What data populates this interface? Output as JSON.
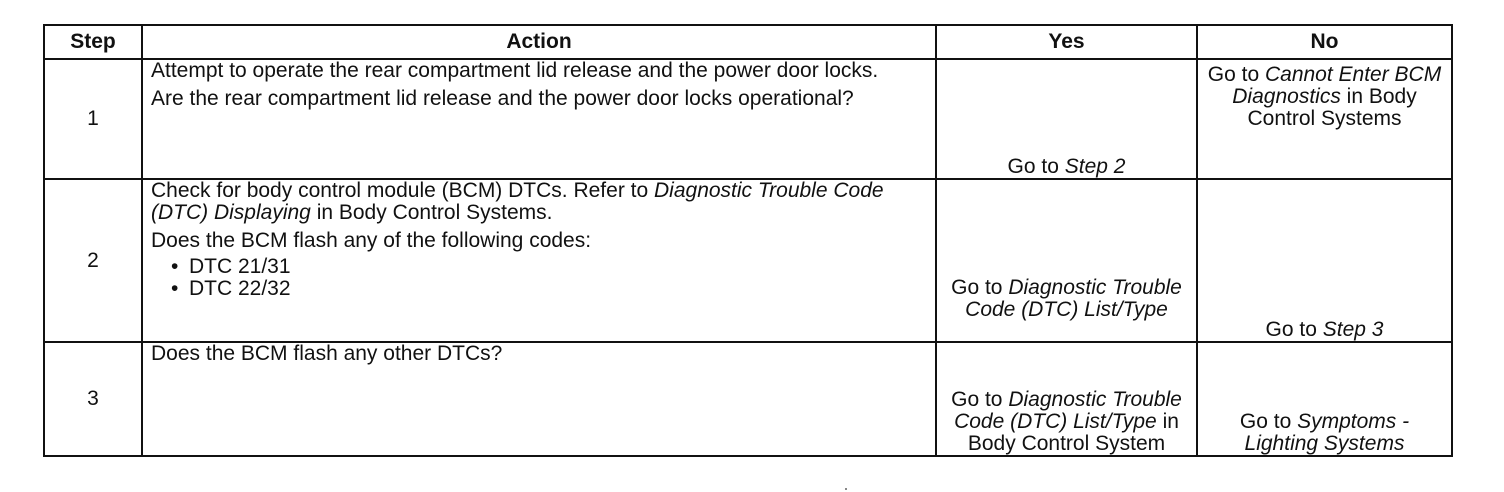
{
  "headers": {
    "step": "Step",
    "action": "Action",
    "yes": "Yes",
    "no": "No"
  },
  "rows": [
    {
      "step": "1",
      "action": {
        "p1": "Attempt to operate the rear compartment lid release and the power door locks.",
        "p2": "Are the rear compartment lid release and the power door locks operational?"
      },
      "yes": {
        "prefix": "Go to ",
        "ref": "Step 2"
      },
      "no": {
        "prefix": "Go to ",
        "ref": "Cannot Enter BCM Diagnostics",
        "suffix": " in Body Control Systems"
      }
    },
    {
      "step": "2",
      "action": {
        "p1_prefix": "Check for body control module (BCM) DTCs. Refer to ",
        "p1_ref": "Diagnostic Trouble Code (DTC) Displaying",
        "p1_suffix": " in Body Control Systems.",
        "p2": "Does the BCM flash any of the following codes:",
        "codes": [
          "DTC 21/31",
          "DTC 22/32"
        ]
      },
      "yes": {
        "prefix": "Go to ",
        "ref": "Diagnostic Trouble Code (DTC) List/Type"
      },
      "no": {
        "prefix": "Go to ",
        "ref": "Step 3"
      }
    },
    {
      "step": "3",
      "action": {
        "p1": "Does the BCM flash any other DTCs?"
      },
      "yes": {
        "prefix": "Go to ",
        "ref": "Diagnostic Trouble Code (DTC) List/Type",
        "suffix": " in Body Control System"
      },
      "no": {
        "prefix": "Go to ",
        "ref": "Symptoms - Lighting Systems"
      }
    }
  ]
}
